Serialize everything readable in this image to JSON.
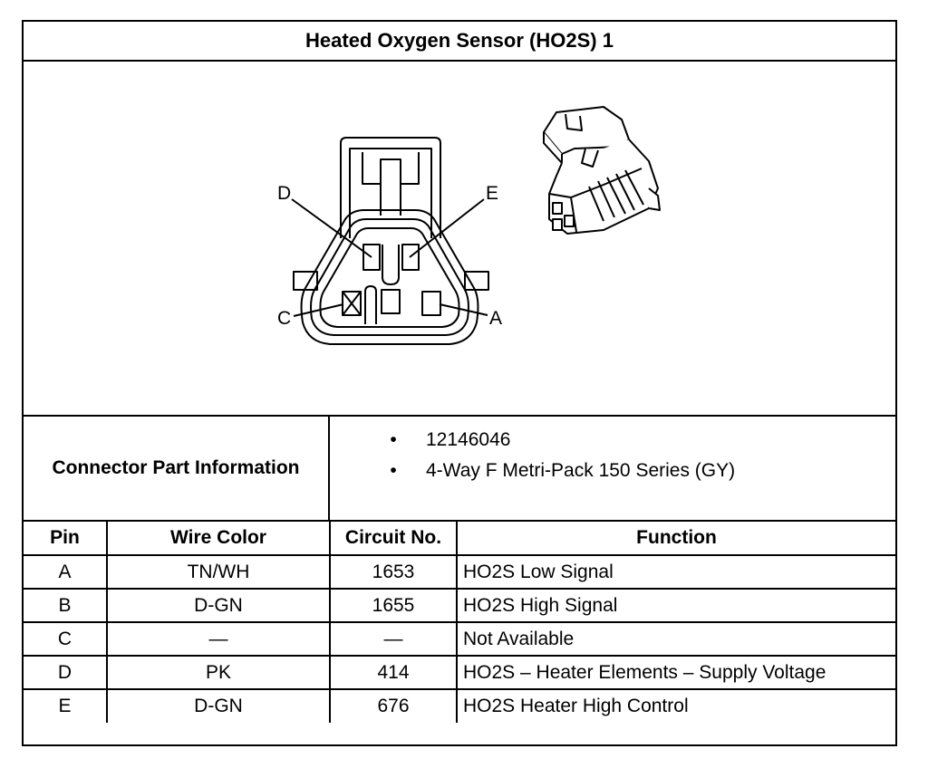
{
  "title": "Heated Oxygen Sensor (HO2S) 1",
  "diagram": {
    "pin_labels": [
      "D",
      "E",
      "C",
      "A"
    ],
    "icons": [
      "connector-face-view",
      "connector-3d-view"
    ]
  },
  "connector_info": {
    "label": "Connector Part Information",
    "items": [
      "12146046",
      "4-Way F Metri-Pack 150 Series (GY)"
    ]
  },
  "table": {
    "headers": [
      "Pin",
      "Wire Color",
      "Circuit No.",
      "Function"
    ],
    "rows": [
      {
        "pin": "A",
        "wire_color": "TN/WH",
        "circuit": "1653",
        "function": "HO2S Low Signal"
      },
      {
        "pin": "B",
        "wire_color": "D-GN",
        "circuit": "1655",
        "function": "HO2S High Signal"
      },
      {
        "pin": "C",
        "wire_color": "—",
        "circuit": "—",
        "function": "Not Available"
      },
      {
        "pin": "D",
        "wire_color": "PK",
        "circuit": "414",
        "function": "HO2S – Heater Elements – Supply Voltage"
      },
      {
        "pin": "E",
        "wire_color": "D-GN",
        "circuit": "676",
        "function": "HO2S Heater High Control"
      }
    ]
  }
}
